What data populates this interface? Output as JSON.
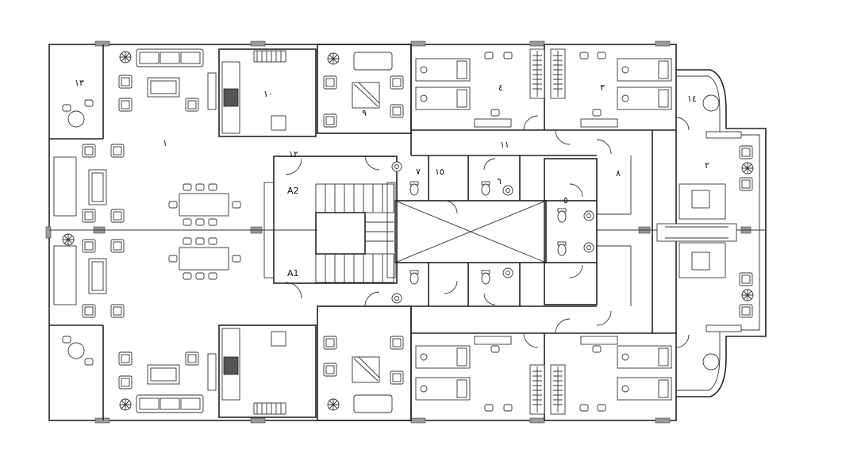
{
  "plan": {
    "stair_labels": {
      "top": "A2",
      "bottom": "A1"
    },
    "rooms": [
      {
        "id": "living",
        "label": "١"
      },
      {
        "id": "reception",
        "label": "٢"
      },
      {
        "id": "bedroom-a",
        "label": "٣"
      },
      {
        "id": "bedroom-b",
        "label": "٤"
      },
      {
        "id": "bath-5",
        "label": "٥"
      },
      {
        "id": "bath-6",
        "label": "٦"
      },
      {
        "id": "bath-7",
        "label": "٧"
      },
      {
        "id": "corridor-8",
        "label": "٨"
      },
      {
        "id": "room-9",
        "label": "٩"
      },
      {
        "id": "kitchen",
        "label": "١٠"
      },
      {
        "id": "corridor-11",
        "label": "١١"
      },
      {
        "id": "landing-12",
        "label": "١٢"
      },
      {
        "id": "balcony-13",
        "label": "١٣"
      },
      {
        "id": "balcony-14",
        "label": "١٤"
      },
      {
        "id": "wc-15",
        "label": "١٥"
      }
    ]
  }
}
